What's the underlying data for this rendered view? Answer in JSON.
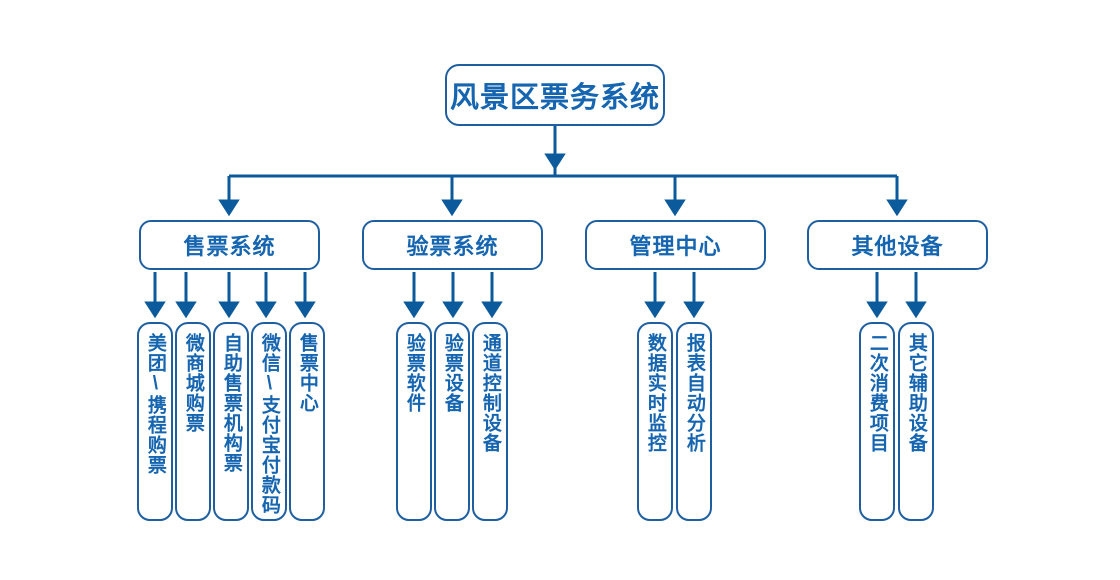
{
  "diagram": {
    "title": "风景区票务系统",
    "colors": {
      "border": "#1F5FA0",
      "text": "#1565B0",
      "connector": "#0B5A9B",
      "background": "#ffffff"
    },
    "root": {
      "label": "风景区票务系统"
    },
    "groups": [
      {
        "label": "售票系统",
        "leaves": [
          {
            "label": "美团\\携程购票"
          },
          {
            "label": "微商城购票"
          },
          {
            "label": "自助售票机构票"
          },
          {
            "label": "微信\\支付宝付款码"
          },
          {
            "label": "售票中心"
          }
        ]
      },
      {
        "label": "验票系统",
        "leaves": [
          {
            "label": "验票软件"
          },
          {
            "label": "验票设备"
          },
          {
            "label": "通道控制设备"
          }
        ]
      },
      {
        "label": "管理中心",
        "leaves": [
          {
            "label": "数据实时监控"
          },
          {
            "label": "报表自动分析"
          }
        ]
      },
      {
        "label": "其他设备",
        "leaves": [
          {
            "label": "二次消费项目"
          },
          {
            "label": "其它辅助设备"
          }
        ]
      }
    ]
  }
}
